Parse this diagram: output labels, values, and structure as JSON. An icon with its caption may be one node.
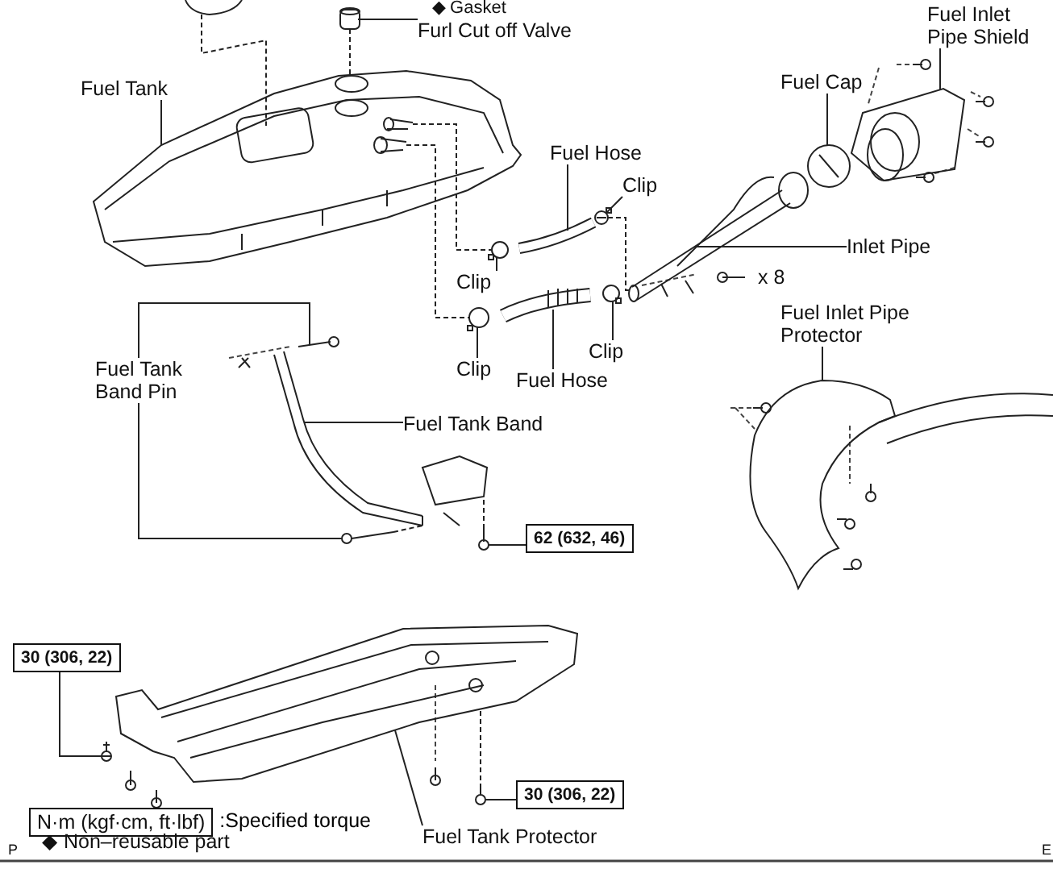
{
  "diagram": {
    "nodes": [
      {
        "text": [
          "Furl Cut off Valve"
        ]
      },
      {
        "text": [
          "Fuel Inlet Pipe Shield"
        ]
      },
      {
        "text": [
          "Fuel Cap"
        ]
      },
      {
        "text": [
          "Fuel Tank"
        ]
      },
      {
        "text": [
          "Fuel Hose"
        ]
      },
      {
        "text": [
          "Clip"
        ]
      },
      {
        "text": [
          "Inlet Pipe"
        ]
      },
      {
        "text": [
          "Clip"
        ]
      },
      {
        "text": [
          "Fuel Inlet Pipe Protector"
        ]
      },
      {
        "text": [
          "Clip"
        ]
      },
      {
        "text": [
          "Clip"
        ]
      },
      {
        "text": [
          "Fuel Hose"
        ]
      },
      {
        "text": [
          "Fuel Tank Band Pin"
        ]
      },
      {
        "text": [
          "Fuel Tank Band"
        ]
      },
      {
        "text": [
          "62 (632, 46)"
        ]
      },
      {
        "text": [
          "30 (306, 22)"
        ]
      },
      {
        "text": [
          "30 (306, 22)"
        ]
      },
      {
        "text": [
          "N·m (kgf·cm, ft·lbf)"
        ],
        "beside": [
          ":Specified torque"
        ]
      },
      {
        "text": [
          "Fuel Tank Protector"
        ]
      },
      {
        "text": [],
        "shape": "picture"
      },
      {
        "text": [],
        "shape": "picture"
      },
      {
        "text": [],
        "shape": "picture"
      },
      {
        "text": [],
        "shape": "picture"
      },
      {
        "text": [],
        "shape": "picture"
      },
      {
        "text": [],
        "shape": "picture"
      },
      {
        "text": [],
        "shape": "picture"
      },
      {
        "text": [],
        "shape": "picture"
      },
      {
        "text": [],
        "shape": "picture"
      },
      {
        "text": [],
        "shape": "picture"
      },
      {
        "text": [],
        "shape": "picture"
      },
      {
        "text": [],
        "shape": "picture"
      },
      {
        "text": [],
        "shape": "picture"
      },
      {
        "text": [],
        "shape": "picture"
      },
      {
        "text": [],
        "shape": "picture"
      },
      {
        "text": [],
        "shape": "picture"
      },
      {
        "text": [],
        "shape": "picture"
      },
      {
        "text": [],
        "shape": "picture"
      },
      {
        "text": [],
        "shape": "picture"
      },
      {
        "text": [],
        "shape": "picture"
      },
      {
        "text": [],
        "shape": "picture"
      }
    ],
    "edges": [
      {
        "from": 0,
        "to": 19,
        "arrow": "none"
      },
      {
        "from": 1,
        "to": 25,
        "arrow": "none"
      },
      {
        "from": 2,
        "to": 24,
        "arrow": "none"
      },
      {
        "from": 3,
        "to": 20,
        "arrow": "none"
      },
      {
        "from": 4,
        "to": 21,
        "arrow": "none"
      },
      {
        "from": 5,
        "to": 22,
        "arrow": "none"
      },
      {
        "from": 6,
        "to": 26,
        "arrow": "none"
      },
      {
        "from": 7,
        "to": 23,
        "arrow": "none"
      },
      {
        "from": 8,
        "to": 27,
        "arrow": "none"
      },
      {
        "from": 9,
        "to": 28,
        "arrow": "none"
      },
      {
        "from": 10,
        "to": 29,
        "arrow": "none"
      },
      {
        "from": 11,
        "to": 30,
        "arrow": "none"
      },
      {
        "from": 12,
        "to": 31,
        "arrow": "none"
      },
      {
        "from": 12,
        "to": 32,
        "arrow": "none"
      },
      {
        "from": 13,
        "to": 33,
        "arrow": "none"
      },
      {
        "from": 14,
        "to": 34,
        "arrow": "none"
      },
      {
        "from": 15,
        "to": 35,
        "arrow": "none"
      },
      {
        "from": 16,
        "to": 36,
        "arrow": "none"
      },
      {
        "from": 18,
        "to": 37,
        "arrow": "none"
      },
      {
        "from": 19,
        "to": 20,
        "arrow": "none",
        "style": "dashed"
      },
      {
        "from": 20,
        "to": 23,
        "arrow": "none",
        "style": "dashed"
      },
      {
        "from": 20,
        "to": 28,
        "arrow": "none",
        "style": "dashed"
      },
      {
        "from": 22,
        "to": 26,
        "arrow": "none",
        "style": "dashed"
      },
      {
        "from": 32,
        "to": 33,
        "arrow": "none",
        "style": "dashed"
      },
      {
        "from": 36,
        "to": 37,
        "arrow": "none",
        "style": "dashed"
      },
      {
        "from": 34,
        "to": 38,
        "arrow": "none",
        "style": "dashed"
      },
      {
        "from": 39,
        "to": 20,
        "arrow": "none",
        "style": "dashed"
      }
    ],
    "labels": [
      "◆ Gasket",
      "x 8",
      "◆ Non–reusable part",
      "P",
      "E"
    ]
  }
}
